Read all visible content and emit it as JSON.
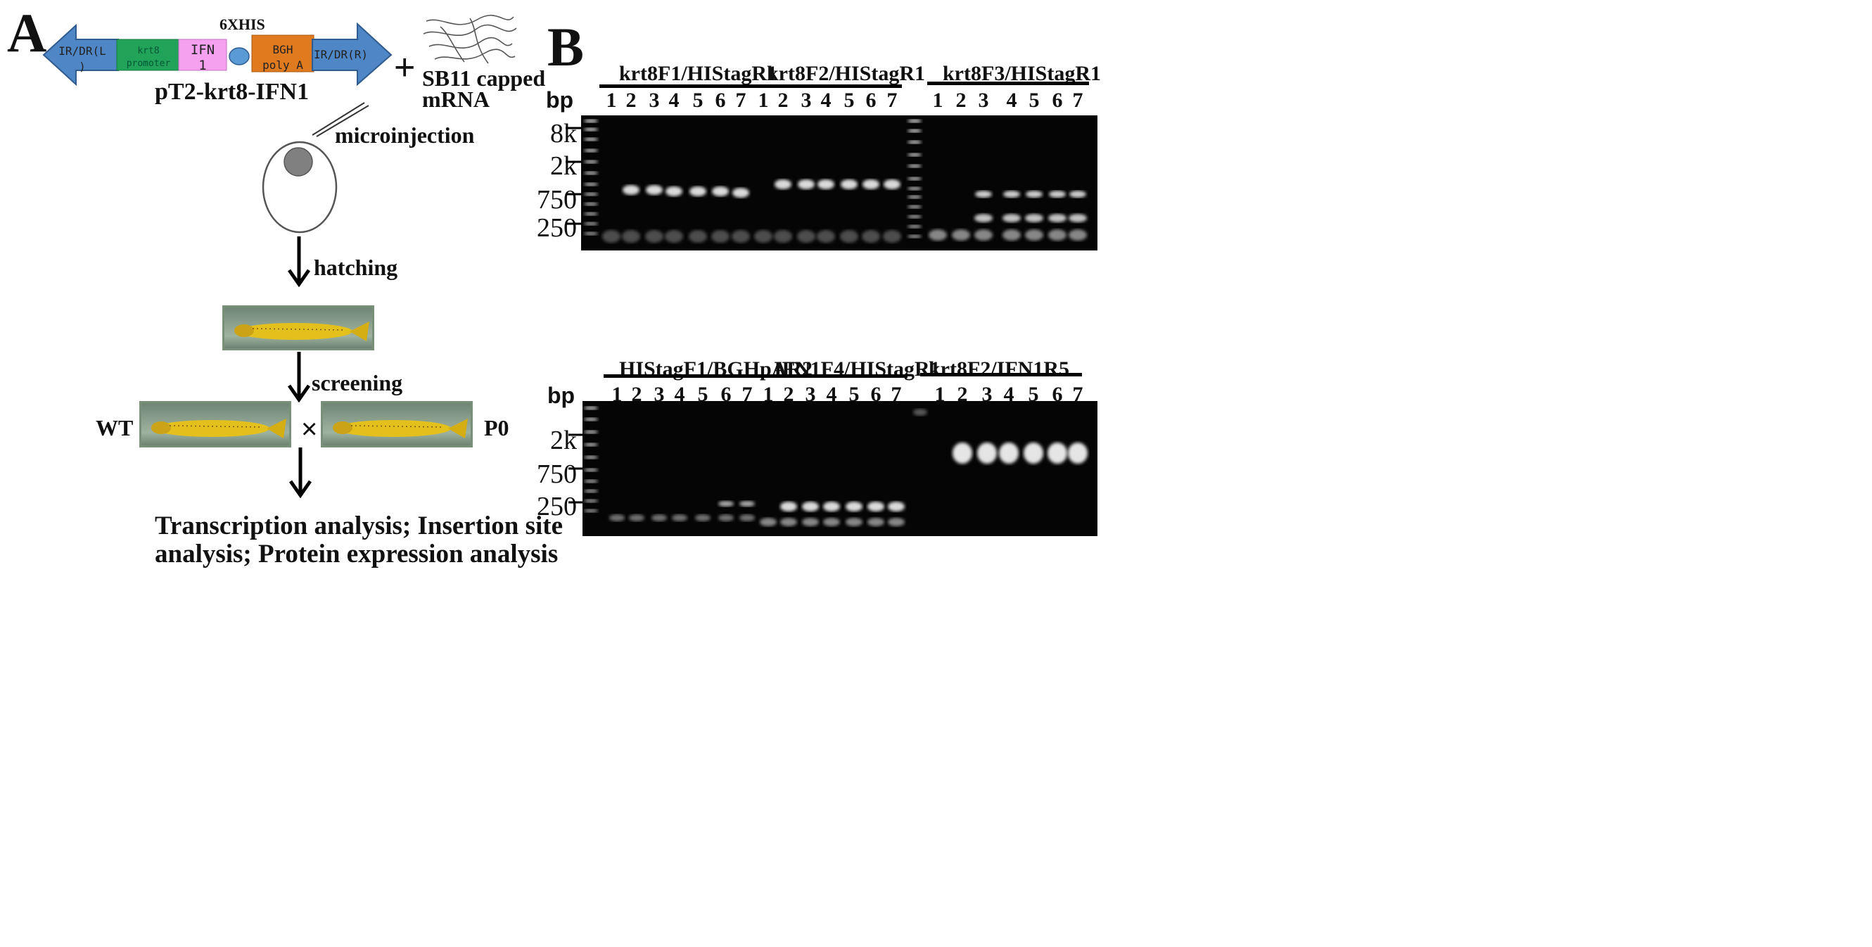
{
  "panel_a": {
    "letter": "A",
    "vector": {
      "segments": [
        {
          "label": "IR/DR(L\n)",
          "color": "#4f86c6"
        },
        {
          "label": "krt8\npromoter",
          "color": "#21a35a"
        },
        {
          "label": "IFN\n1",
          "color": "#f6a0f0"
        },
        {
          "label": "",
          "color": "#5b9bd5"
        },
        {
          "label": "BGH\npoly A",
          "color": "#e07a1f"
        },
        {
          "label": "IR/DR(R)",
          "color": "#4f86c6"
        }
      ],
      "his_tag": "6XHIS",
      "name": "pT2-krt8-IFN1"
    },
    "plus": "+",
    "mrna_label": "SB11 capped\nmRNA",
    "steps": {
      "microinjection": "microinjection",
      "hatching": "hatching",
      "screening": "screening"
    },
    "cross": {
      "left": "WT",
      "sign": "×",
      "right": "P0"
    },
    "final_text": "Transcription analysis; Insertion site\nanalysis; Protein expression analysis"
  },
  "panel_b": {
    "letter": "B",
    "bp_label": "bp",
    "top": {
      "groups": [
        {
          "primer": "krt8F1/HIStagR1",
          "lanes": [
            "1",
            "2",
            "3",
            "4",
            "5",
            "6",
            "7"
          ]
        },
        {
          "primer": "krt8F2/HIStagR1",
          "lanes": [
            "1",
            "2",
            "3",
            "4",
            "5",
            "6",
            "7"
          ]
        },
        {
          "primer": "krt8F3/HIStagR1",
          "lanes": [
            "1",
            "2",
            "3",
            "4",
            "5",
            "6",
            "7"
          ]
        }
      ],
      "markers": [
        "8k",
        "2k",
        "750",
        "250"
      ]
    },
    "bottom": {
      "groups": [
        {
          "primer": "HIStagF1/BGHpAR2",
          "lanes": [
            "1",
            "2",
            "3",
            "4",
            "5",
            "6",
            "7"
          ]
        },
        {
          "primer": "IFN1F4/HIStagR1",
          "lanes": [
            "1",
            "2",
            "3",
            "4",
            "5",
            "6",
            "7"
          ]
        },
        {
          "primer": "krt8F2/IFN1R5",
          "lanes": [
            "1",
            "2",
            "3",
            "4",
            "5",
            "6",
            "7"
          ]
        }
      ],
      "markers": [
        "2k",
        "750",
        "250"
      ]
    }
  },
  "colors": {
    "fish_body": "#e3c01c",
    "gel_background": "#050505",
    "band": "#f2f2f2"
  }
}
